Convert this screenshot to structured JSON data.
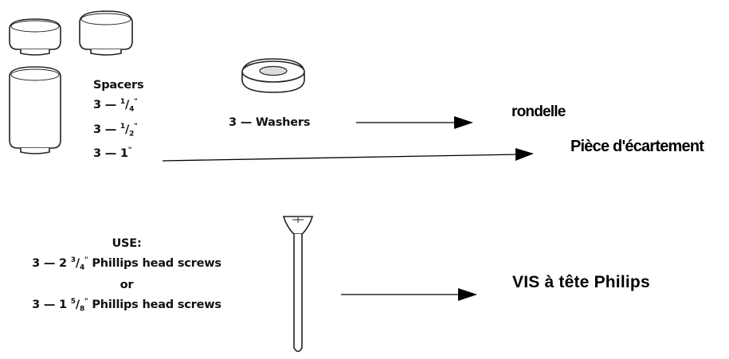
{
  "spacers": {
    "title": "Spacers",
    "items": [
      {
        "count": "3 —",
        "num": "1",
        "den": "4",
        "unit": "\""
      },
      {
        "count": "3 —",
        "num": "1",
        "den": "2",
        "unit": "\""
      },
      {
        "count": "3 —",
        "value": "1",
        "unit": "\""
      }
    ]
  },
  "washers": {
    "label": "3 — Washers"
  },
  "screws": {
    "use_label": "USE:",
    "option1": {
      "count": "3 — 2",
      "num": "3",
      "den": "4",
      "unit": "\"",
      "text": "Phillips head screws"
    },
    "or_label": "or",
    "option2": {
      "count": "3 — 1",
      "num": "5",
      "den": "8",
      "unit": "\"",
      "text": "Phillips head screws"
    }
  },
  "french": {
    "washer": "rondelle",
    "spacer": "Pièce d'écartement",
    "screw": "VIS à tête Philips"
  }
}
